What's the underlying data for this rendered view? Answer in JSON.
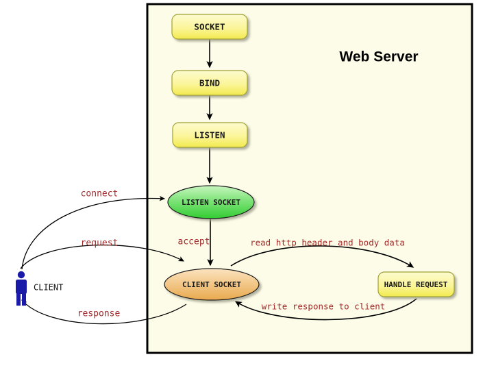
{
  "panel": {
    "title": "Web Server",
    "background_color": "#fcfce8",
    "border_color": "#000000"
  },
  "nodes": {
    "socket": {
      "label": "SOCKET",
      "shape": "rounded-box",
      "fill": "#f5f06a"
    },
    "bind": {
      "label": "BIND",
      "shape": "rounded-box",
      "fill": "#f5f06a"
    },
    "listen": {
      "label": "LISTEN",
      "shape": "rounded-box",
      "fill": "#f5f06a"
    },
    "listen_socket": {
      "label": "LISTEN SOCKET",
      "shape": "ellipse",
      "fill": "#4cdb4c"
    },
    "client_socket": {
      "label": "CLIENT SOCKET",
      "shape": "ellipse",
      "fill": "#eeb25a"
    },
    "handle_request": {
      "label": "HANDLE REQUEST",
      "shape": "rounded-box",
      "fill": "#f5f06a"
    }
  },
  "actor": {
    "label": "CLIENT",
    "color": "#1a1aa8"
  },
  "edges": [
    {
      "id": "socket-bind",
      "label": ""
    },
    {
      "id": "bind-listen",
      "label": ""
    },
    {
      "id": "listen-listen-socket",
      "label": ""
    },
    {
      "id": "client-connect",
      "label": "connect"
    },
    {
      "id": "listen-socket-accept",
      "label": "accept"
    },
    {
      "id": "client-request",
      "label": "request"
    },
    {
      "id": "client-response",
      "label": "response"
    },
    {
      "id": "read-request",
      "label": "read http header and body data"
    },
    {
      "id": "write-response",
      "label": "write response to client"
    }
  ],
  "colors": {
    "label_red": "#a52a2a",
    "node_text": "#1a1a1a",
    "stroke": "#000000"
  }
}
